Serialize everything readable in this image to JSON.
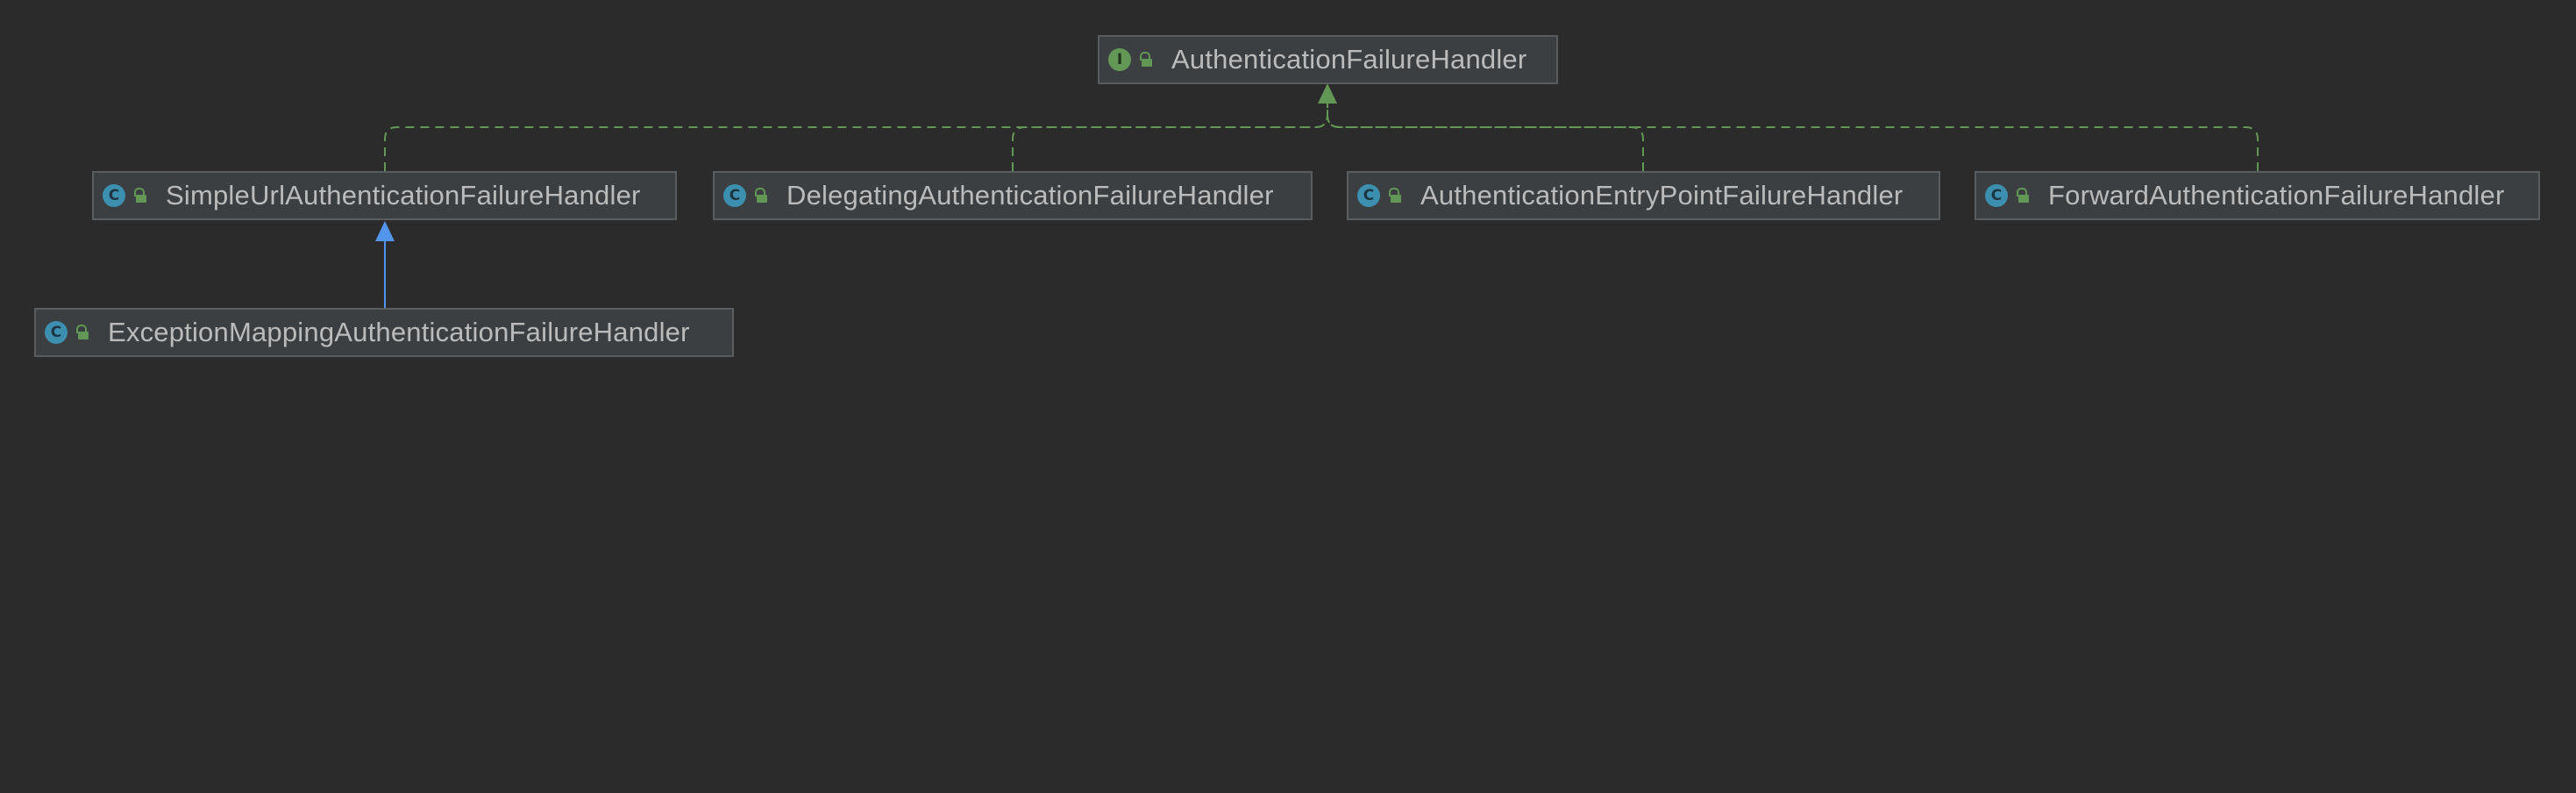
{
  "diagram": {
    "root": {
      "name": "AuthenticationFailureHandler",
      "kind_badge": "I",
      "kind": "interface",
      "icon": "interface-icon",
      "visibility_icon": "public-lock-icon"
    },
    "classes": [
      {
        "name": "SimpleUrlAuthenticationFailureHandler",
        "kind_badge": "C",
        "kind": "class",
        "icon": "class-icon",
        "visibility_icon": "public-lock-icon",
        "implements": "AuthenticationFailureHandler"
      },
      {
        "name": "DelegatingAuthenticationFailureHandler",
        "kind_badge": "C",
        "kind": "class",
        "icon": "class-icon",
        "visibility_icon": "public-lock-icon",
        "implements": "AuthenticationFailureHandler"
      },
      {
        "name": "AuthenticationEntryPointFailureHandler",
        "kind_badge": "C",
        "kind": "class",
        "icon": "class-icon",
        "visibility_icon": "public-lock-icon",
        "implements": "AuthenticationFailureHandler"
      },
      {
        "name": "ForwardAuthenticationFailureHandler",
        "kind_badge": "C",
        "kind": "class",
        "icon": "class-icon",
        "visibility_icon": "public-lock-icon",
        "implements": "AuthenticationFailureHandler"
      },
      {
        "name": "ExceptionMappingAuthenticationFailureHandler",
        "kind_badge": "C",
        "kind": "class",
        "icon": "class-icon",
        "visibility_icon": "public-lock-icon",
        "extends": "SimpleUrlAuthenticationFailureHandler"
      }
    ],
    "colors": {
      "background": "#2b2b2b",
      "node_fill": "#3c3f41",
      "node_border": "#5a5d5f",
      "label_text": "#bbbbbb",
      "implements_edge": "#629755",
      "extends_edge": "#5394ec",
      "class_badge": "#3d8fb0",
      "interface_badge": "#629755"
    }
  }
}
